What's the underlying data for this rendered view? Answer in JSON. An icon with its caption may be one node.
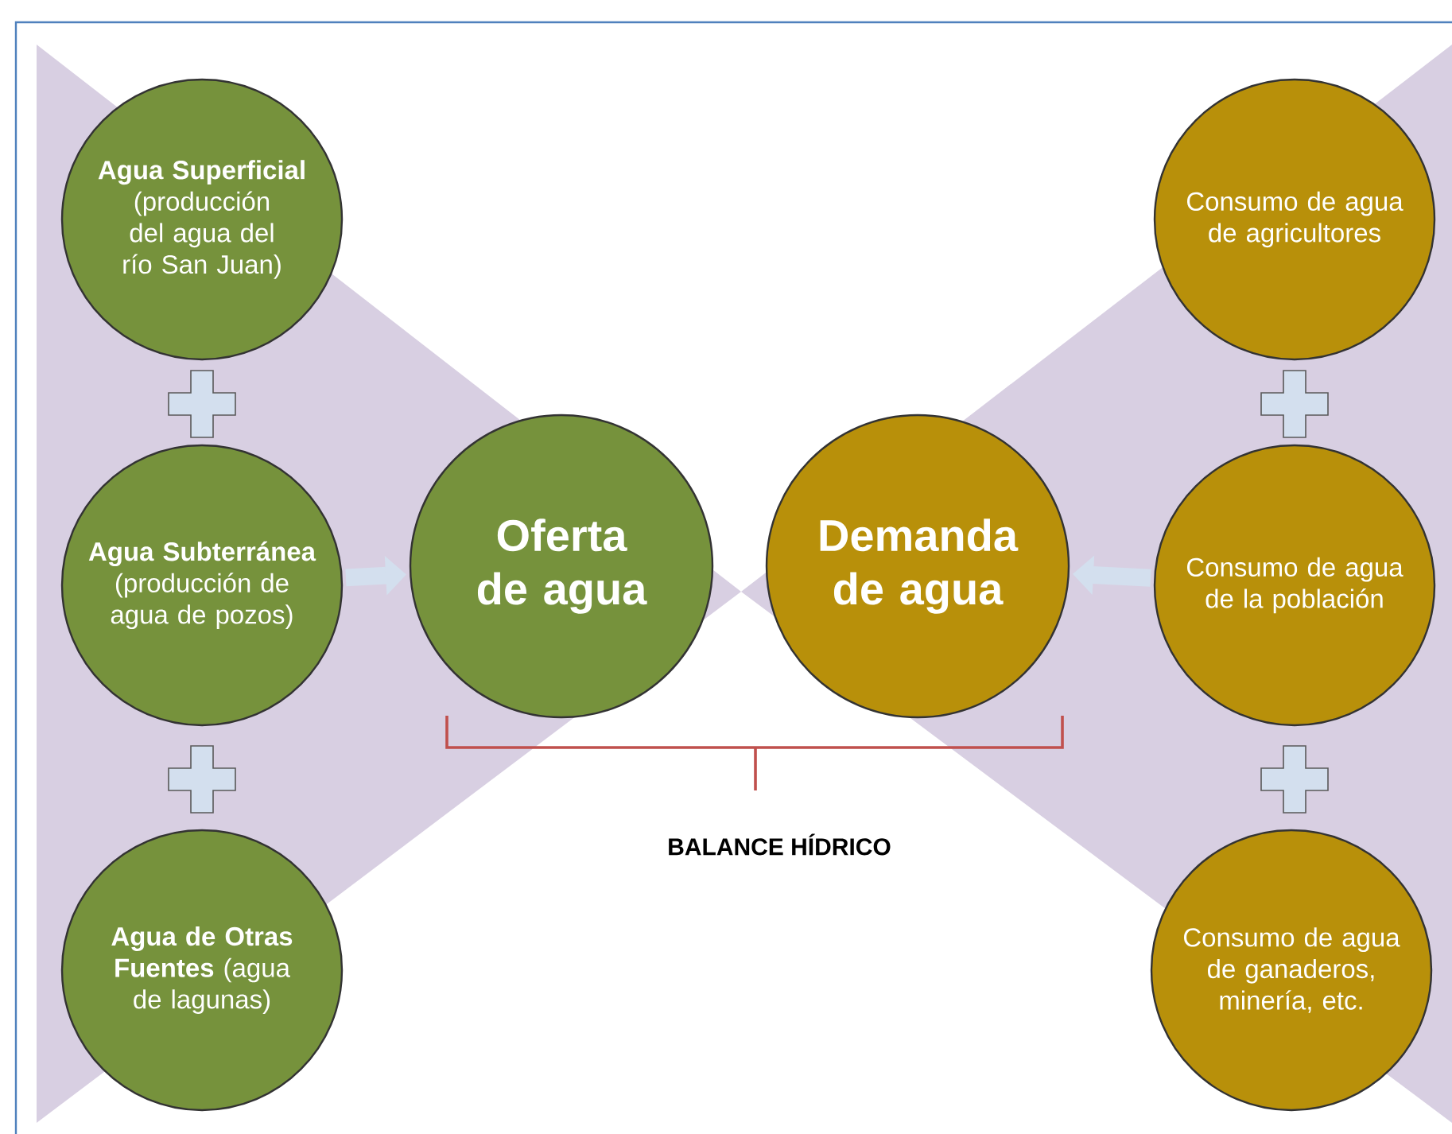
{
  "diagram": {
    "nodes": [
      {
        "text": [
          "**Agua Superficial** (producción del agua del río San Juan)"
        ]
      },
      {
        "text": [
          "**Agua Subterránea** (producción de agua de pozos)"
        ]
      },
      {
        "text": [
          "**Agua de Otras Fuentes** (agua de lagunas)"
        ]
      },
      {
        "text": [
          "Oferta de agua"
        ]
      },
      {
        "text": [
          "Demanda de agua"
        ]
      },
      {
        "text": [
          "Consumo de agua de agricultores"
        ]
      },
      {
        "text": [
          "Consumo de agua de la población"
        ]
      },
      {
        "text": [
          "Consumo de agua de ganaderos, minería, etc."
        ]
      }
    ],
    "edges": [
      {
        "from": 1,
        "to": 3,
        "arrow": "to"
      },
      {
        "from": 6,
        "to": 4,
        "arrow": "to"
      }
    ],
    "labels": [
      "BALANCE HÍDRICO"
    ]
  }
}
